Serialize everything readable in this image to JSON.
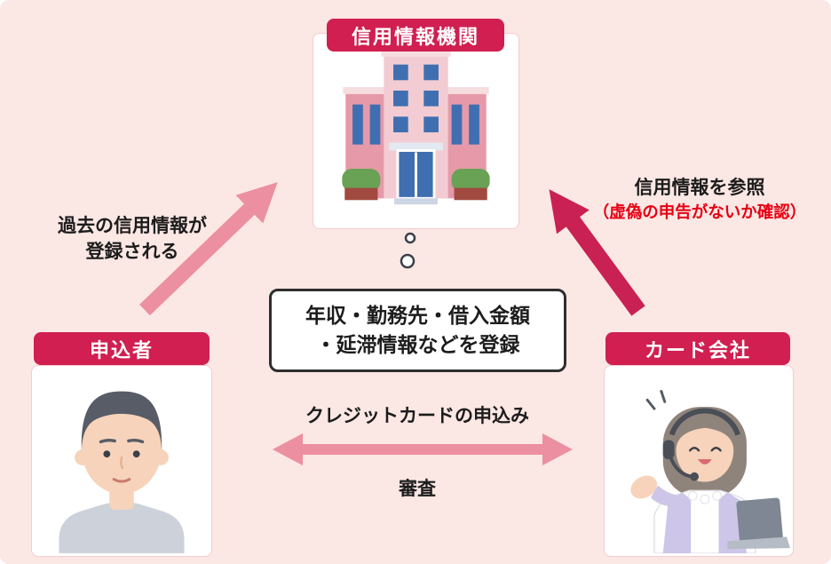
{
  "colors": {
    "background": "#fbe7e4",
    "accent": "#d01f50",
    "pink_arrow": "#ec8fa0",
    "crimson_arrow": "#c92153",
    "alert_text": "#e60012",
    "text": "#1c1c1c"
  },
  "nodes": {
    "agency": {
      "label": "信用情報機関",
      "image": "building-illustration"
    },
    "applicant": {
      "label": "申込者",
      "image": "man-illustration"
    },
    "card_company": {
      "label": "カード会社",
      "image": "operator-illustration"
    }
  },
  "center_box": {
    "line1": "年収・勤務先・借入金額",
    "line2": "・延滞情報などを登録"
  },
  "arrows": {
    "applicant_to_agency": {
      "line1": "過去の信用情報が",
      "line2": "登録される"
    },
    "company_to_agency": {
      "line1": "信用情報を参照",
      "line2": "（虚偽の申告がないか確認）"
    },
    "applicant_company": {
      "top": "クレジットカードの申込み",
      "bottom": "審査"
    }
  }
}
